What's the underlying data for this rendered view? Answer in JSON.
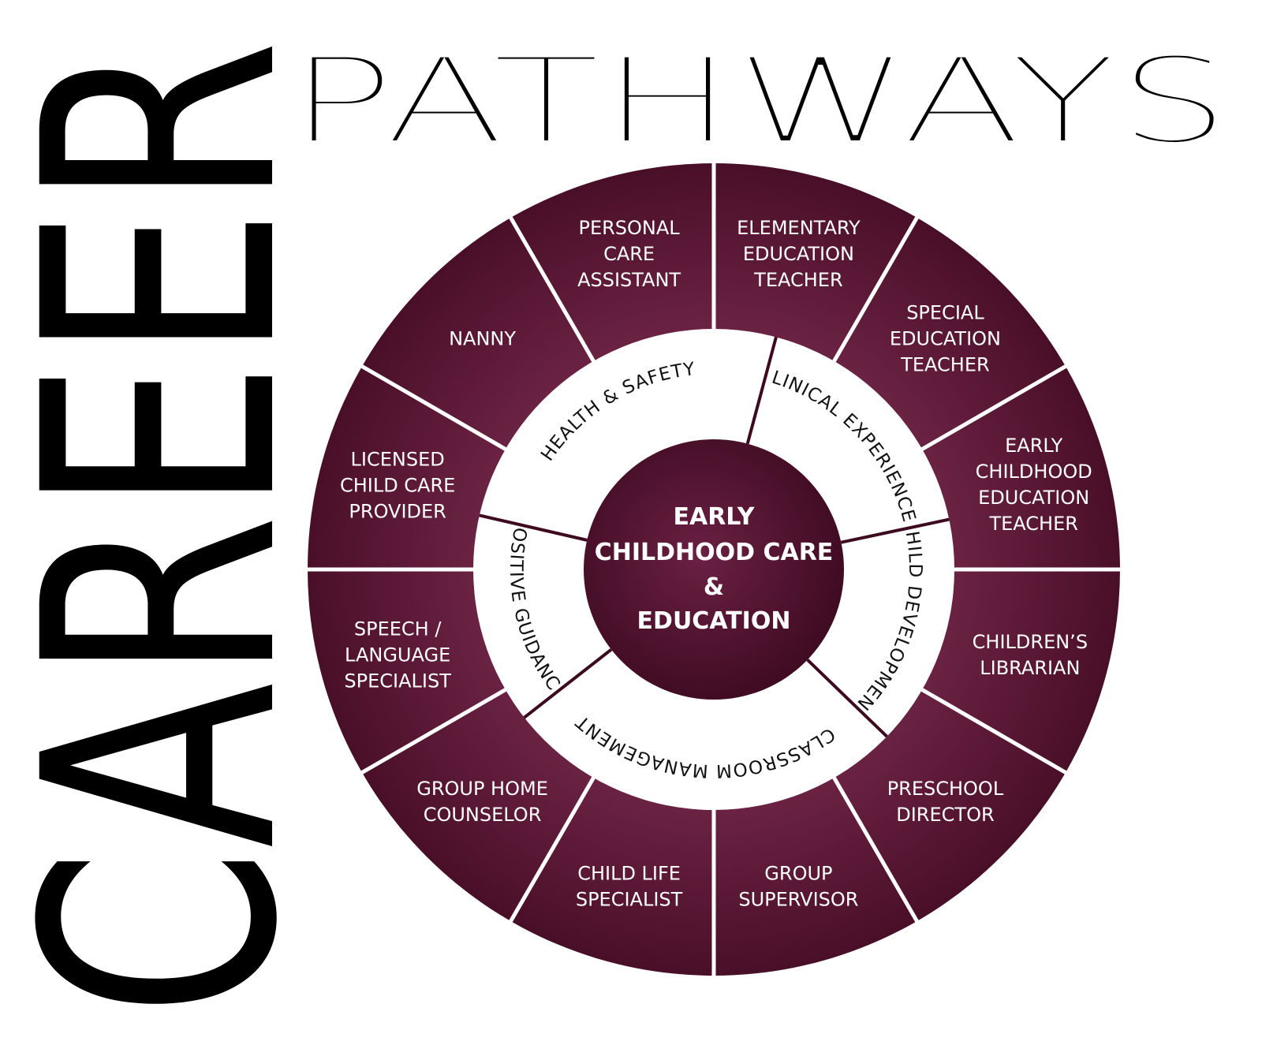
{
  "title": {
    "vertical": "CAREER",
    "horizontal": "PATHWAYS"
  },
  "center": {
    "lines": [
      "EARLY",
      "CHILDHOOD CARE",
      "&",
      "EDUCATION"
    ]
  },
  "skills": [
    {
      "label": "CLINICAL EXPERIENCES"
    },
    {
      "label": "CHILD DEVELOPMENT"
    },
    {
      "label": "CLASSROOM MANAGEMENT"
    },
    {
      "label": "POSITIVE GUIDANCE"
    },
    {
      "label": "HEALTH & SAFETY"
    }
  ],
  "careers": [
    {
      "lines": [
        "ELEMENTARY",
        "EDUCATION",
        "TEACHER"
      ]
    },
    {
      "lines": [
        "SPECIAL",
        "EDUCATION",
        "TEACHER"
      ]
    },
    {
      "lines": [
        "EARLY",
        "CHILDHOOD",
        "EDUCATION",
        "TEACHER"
      ]
    },
    {
      "lines": [
        "CHILDREN’S",
        "LIBRARIAN"
      ]
    },
    {
      "lines": [
        "PRESCHOOL",
        "DIRECTOR"
      ]
    },
    {
      "lines": [
        "GROUP",
        "SUPERVISOR"
      ]
    },
    {
      "lines": [
        "CHILD LIFE",
        "SPECIALIST"
      ]
    },
    {
      "lines": [
        "GROUP HOME",
        "COUNSELOR"
      ]
    },
    {
      "lines": [
        "SPEECH /",
        "LANGUAGE",
        "SPECIALIST"
      ]
    },
    {
      "lines": [
        "LICENSED",
        "CHILD CARE",
        "PROVIDER"
      ]
    },
    {
      "lines": [
        "NANNY"
      ]
    },
    {
      "lines": [
        "PERSONAL",
        "CARE",
        "ASSISTANT"
      ]
    }
  ],
  "colors": {
    "maroon": "#5e1634",
    "maroon_dark": "#3d0a20",
    "maroon_light": "#6e2446",
    "divider": "#ffffff",
    "text_light": "#ffffff",
    "text_dark": "#111111"
  }
}
